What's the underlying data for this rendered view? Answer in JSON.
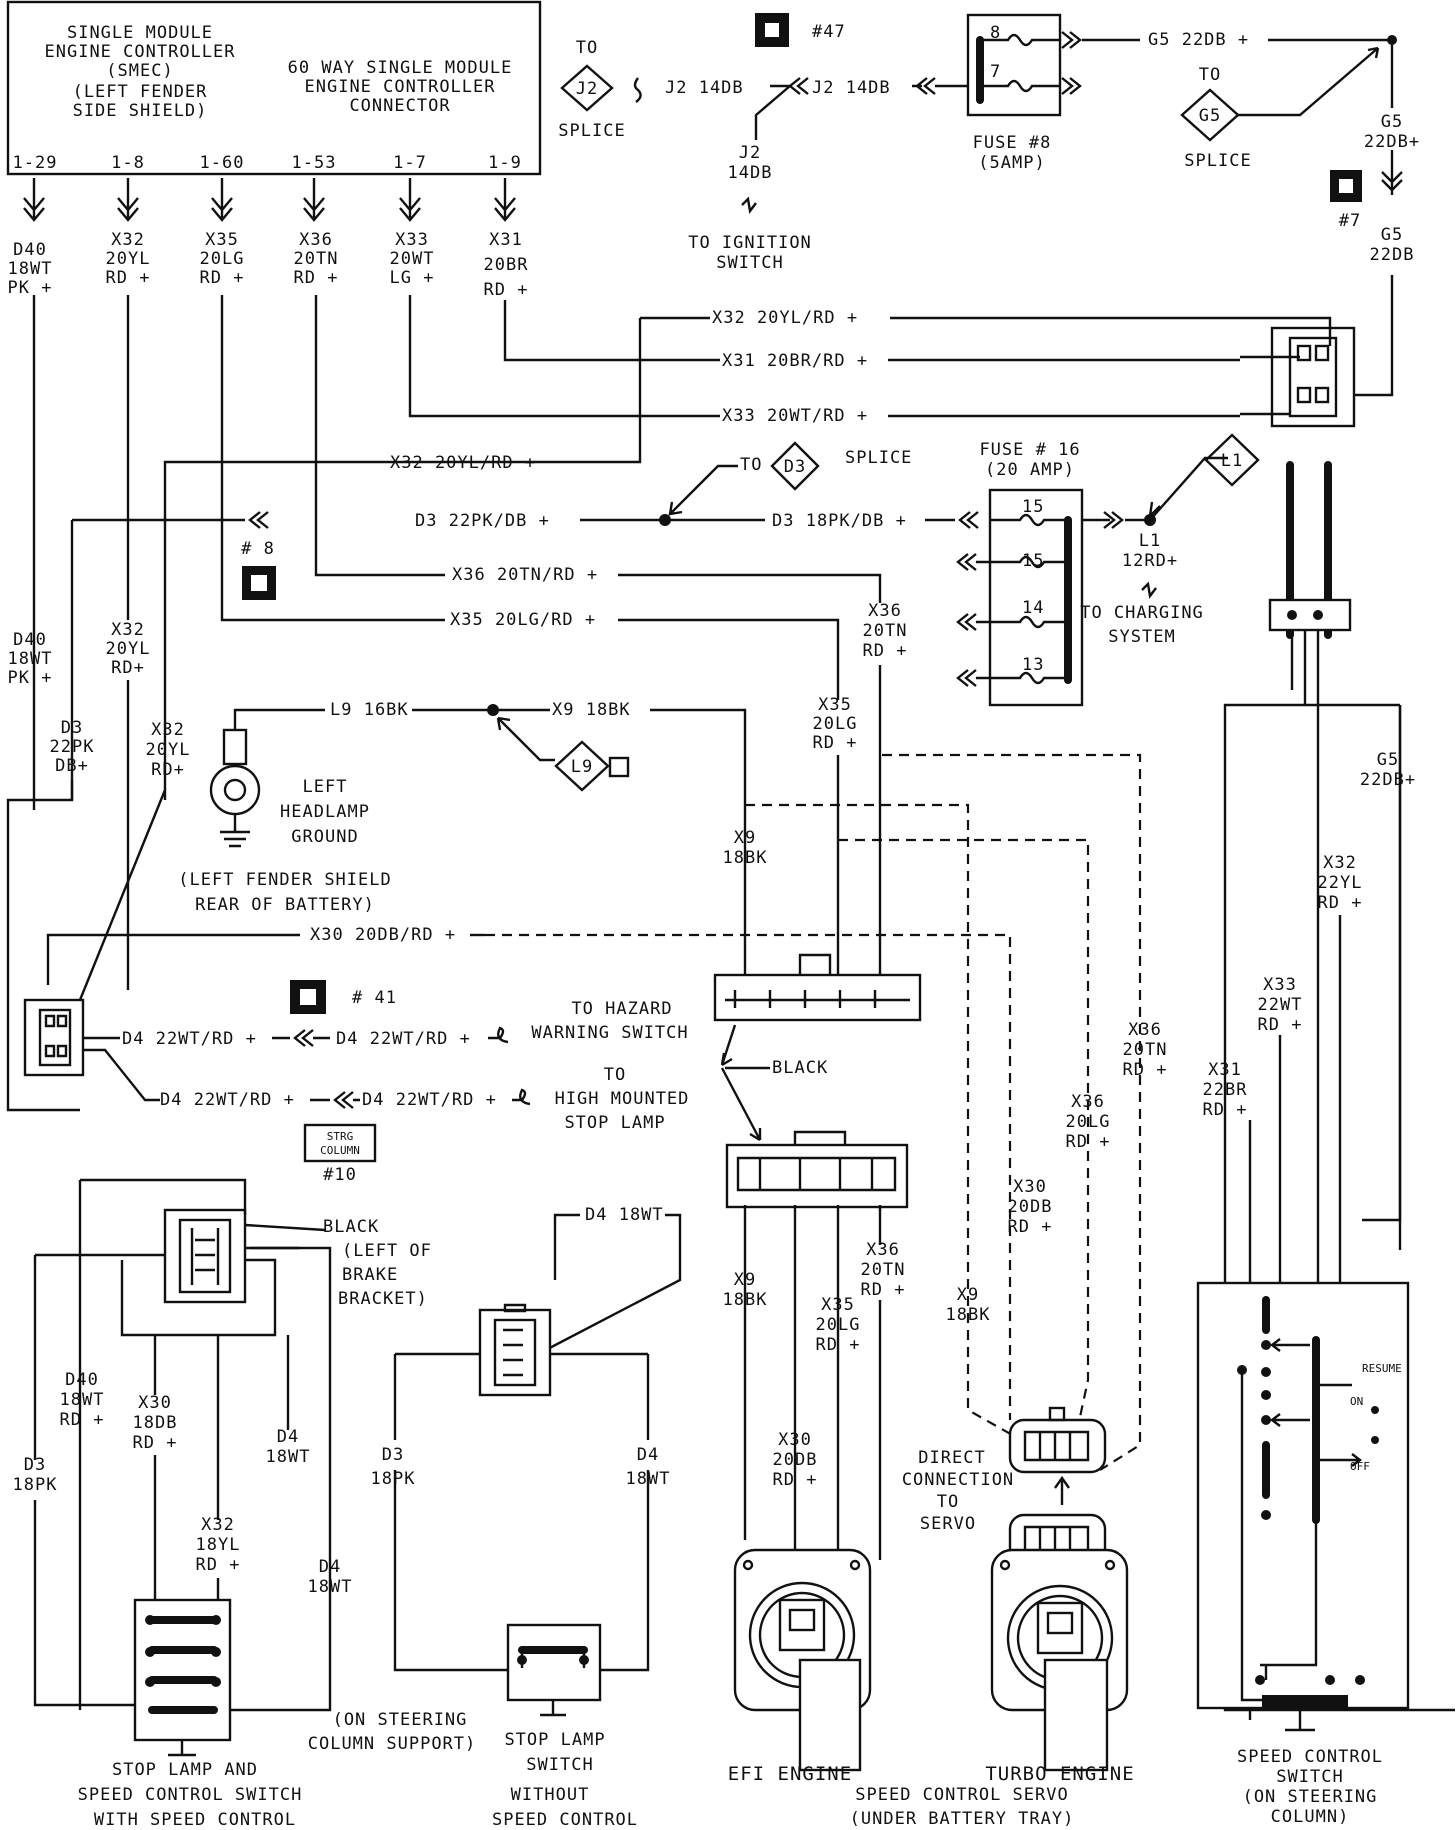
{
  "smec": {
    "title_lines": [
      "SINGLE MODULE",
      "ENGINE CONTROLLER",
      "(SMEC)",
      "(LEFT FENDER",
      "SIDE SHIELD)"
    ],
    "connector_lines": [
      "60 WAY SINGLE MODULE",
      "ENGINE CONTROLLER",
      "CONNECTOR"
    ],
    "pins": [
      "1-29",
      "1-8",
      "1-60",
      "1-53",
      "1-7",
      "1-9"
    ],
    "pin_wires": [
      [
        "D40",
        "18WT",
        "PK +"
      ],
      [
        "X32",
        "20YL",
        "RD +"
      ],
      [
        "X35",
        "20LG",
        "RD +"
      ],
      [
        "X36",
        "20TN",
        "RD +"
      ],
      [
        "X33",
        "20WT",
        "LG +"
      ],
      [
        "X31",
        "20BR",
        "RD +"
      ]
    ]
  },
  "top_wiring": {
    "to_j2": "TO",
    "j2": "J2",
    "splice": "SPLICE",
    "j2_wire_a": "J2 14DB",
    "j2_wire_b": "J2 14DB",
    "j2_down": [
      "J2",
      "14DB"
    ],
    "ignition": [
      "TO IGNITION",
      "SWITCH"
    ],
    "conn47": "#47",
    "fuse8_pins": [
      "8",
      "7"
    ],
    "fuse8_label": [
      "FUSE #8",
      "(5AMP)"
    ],
    "g5_wire": "G5 22DB +",
    "to_g5": "TO",
    "g5": "G5",
    "g5_splice": "SPLICE",
    "g5_down": [
      "G5",
      "22DB+"
    ],
    "conn7": "#7",
    "g5_down2": [
      "G5",
      "22DB"
    ]
  },
  "mid_wiring": {
    "x32_top": "X32 20YL/RD +",
    "x31_top": "X31 20BR/RD +",
    "x33_top": "X33 20WT/RD +",
    "x32_mid": "X32 20YL/RD +",
    "to_d3": "TO",
    "d3": "D3",
    "d3_splice": "SPLICE",
    "d3_left": "D3 22PK/DB +",
    "d3_right": "D3 18PK/DB +",
    "fuse16_label": [
      "FUSE # 16",
      "(20 AMP)"
    ],
    "fuse16_pins": [
      "15",
      "15",
      "14",
      "13"
    ],
    "l1": "L1",
    "l1_wire": [
      "L1",
      "12RD+"
    ],
    "charging": [
      "TO CHARGING",
      "SYSTEM"
    ],
    "conn8": "# 8",
    "x36_mid": "X36 20TN/RD +",
    "x35_mid": "X35 20LG/RD +",
    "x36_vert": [
      "X36",
      "20TN",
      "RD +"
    ],
    "left_d40": [
      "D40",
      "18WT",
      "PK +"
    ],
    "left_x32": [
      "X32",
      "20YL",
      "RD+"
    ],
    "left_d3": [
      "D3",
      "22PK",
      "DB+"
    ],
    "left_x32b": [
      "X32",
      "20YL",
      "RD+"
    ],
    "l9_wire": "L9 16BK",
    "x9_wire": "X9 18BK",
    "l9": "L9",
    "headlamp": [
      "LEFT",
      "HEADLAMP",
      "GROUND"
    ],
    "fender_note": [
      "(LEFT FENDER SHIELD",
      "REAR OF BATTERY)"
    ],
    "x35_vert": [
      "X35",
      "20LG",
      "RD +"
    ],
    "x9_vert": [
      "X9",
      "18BK"
    ],
    "x30_wire": "X30 20DB/RD +",
    "conn41": "# 41",
    "d4_a1": "D4 22WT/RD +",
    "d4_a2": "D4 22WT/RD +",
    "hazard": [
      "TO HAZARD",
      "WARNING SWITCH"
    ],
    "d4_b1": "D4 22WT/RD +",
    "d4_b2": "D4 22WT/RD +",
    "high_stop": [
      "TO",
      "HIGH MOUNTED",
      "STOP LAMP"
    ],
    "strg": [
      "STRG",
      "COLUMN"
    ],
    "conn10": "#10",
    "black_top": "BLACK",
    "g5_right": [
      "G5",
      "22DB+"
    ],
    "x32_right": [
      "X32",
      "22YL",
      "RD +"
    ],
    "x33_right": [
      "X33",
      "22WT",
      "RD +"
    ],
    "x31_right": [
      "X31",
      "22BR",
      "RD +"
    ],
    "x36_right": [
      "X36",
      "20TN",
      "RD +"
    ],
    "x36_right2": [
      "X36",
      "20LG",
      "RD +"
    ],
    "x30_right": [
      "X30",
      "20DB",
      "RD +"
    ]
  },
  "bottom": {
    "black_left": [
      "BLACK",
      "(LEFT OF",
      "BRAKE",
      "BRACKET)"
    ],
    "d4_18wt_top": "D4 18WT",
    "d40_bot": [
      "D40",
      "18WT",
      "RD +"
    ],
    "x30_bot": [
      "X30",
      "18DB",
      "RD +"
    ],
    "d4_bot": [
      "D4",
      "18WT"
    ],
    "d3_bot": [
      "D3",
      "18PK"
    ],
    "x32_bot": [
      "X32",
      "18YL",
      "RD +"
    ],
    "d4_bot2": [
      "D4",
      "18WT"
    ],
    "d3_mid": [
      "D3",
      "18PK"
    ],
    "d4_mid": [
      "D4",
      "18WT"
    ],
    "x36_efi": [
      "X36",
      "20TN",
      "RD +"
    ],
    "x9_efi": [
      "X9",
      "18BK"
    ],
    "x35_efi": [
      "X35",
      "20LG",
      "RD +"
    ],
    "x9_turbo": [
      "X9",
      "18BK"
    ],
    "x30_efi": [
      "X30",
      "20DB",
      "RD +"
    ],
    "direct": [
      "DIRECT",
      "CONNECTION",
      "TO",
      "SERVO"
    ],
    "on_steering": [
      "(ON STEERING",
      "COLUMN SUPPORT)"
    ],
    "cap_stop_speed": [
      "STOP LAMP AND",
      "SPEED CONTROL SWITCH",
      "WITH SPEED CONTROL"
    ],
    "cap_stop": [
      "STOP LAMP",
      "SWITCH",
      "WITHOUT",
      "SPEED CONTROL"
    ],
    "cap_efi": "EFI ENGINE",
    "cap_turbo": "TURBO ENGINE",
    "cap_servo": [
      "SPEED CONTROL SERVO",
      "(UNDER BATTERY TRAY)"
    ],
    "cap_speed_switch": [
      "SPEED CONTROL",
      "SWITCH",
      "(ON STEERING",
      "COLUMN)"
    ],
    "switch_labels": [
      "RESUME",
      "ON",
      "OFF"
    ]
  }
}
